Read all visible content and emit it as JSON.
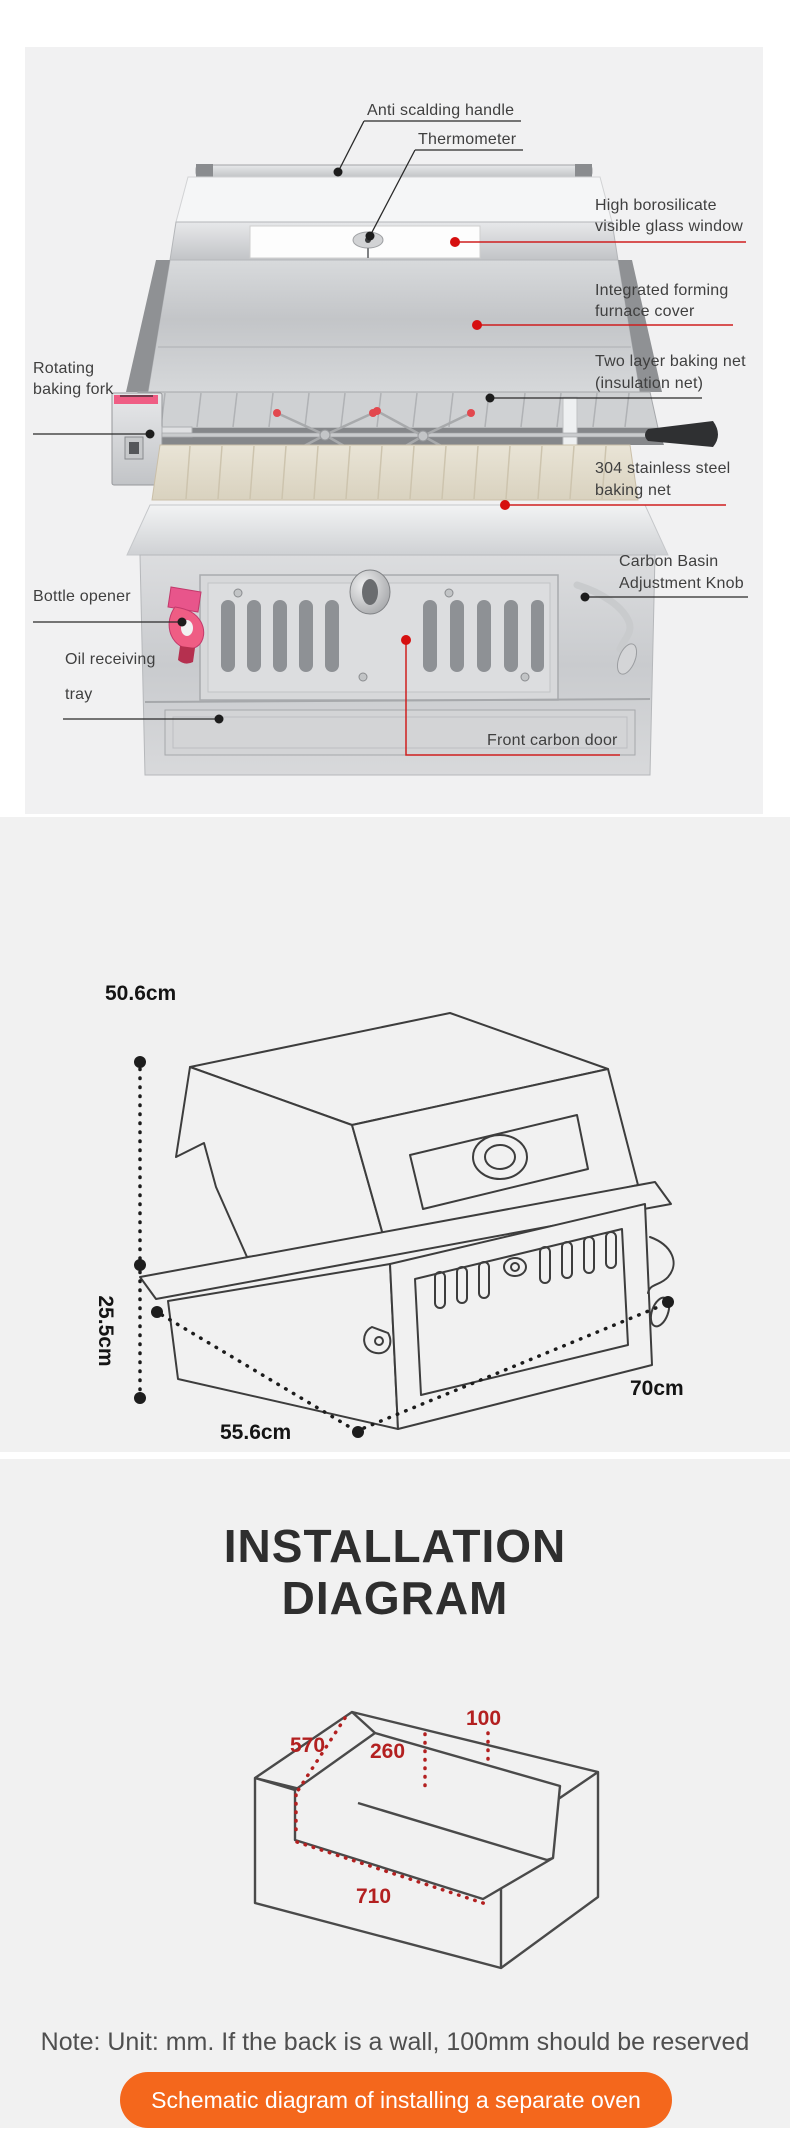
{
  "photo_annotations": {
    "anti_scalding_handle": "Anti scalding handle",
    "thermometer": "Thermometer",
    "glass_window_line1": "High borosilicate",
    "glass_window_line2": "visible glass window",
    "furnace_cover_line1": "Integrated forming",
    "furnace_cover_line2": "furnace cover",
    "two_layer_net_line1": "Two layer baking net",
    "two_layer_net_line2": "(insulation net)",
    "rotating_fork_line1": "Rotating",
    "rotating_fork_line2": "baking fork",
    "baking_net_304_line1": "304 stainless steel",
    "baking_net_304_line2": "baking net",
    "carbon_basin_line1": "Carbon Basin",
    "carbon_basin_line2": "Adjustment Knob",
    "bottle_opener": "Bottle opener",
    "oil_tray_line1": "Oil receiving",
    "oil_tray_line2": "tray",
    "front_carbon_door": "Front carbon door"
  },
  "product_dimensions": {
    "total_height": "50.6cm",
    "inset_depth": "25.5cm",
    "depth": "55.6cm",
    "width": "70cm"
  },
  "installation": {
    "title_line1": "INSTALLATION",
    "title_line2": "DIAGRAM",
    "dims": {
      "back_gap": "100",
      "depth": "570",
      "cavity_height": "260",
      "cavity_width": "710"
    },
    "note": "Note: Unit: mm. If the back is a wall, 100mm should be reserved",
    "button_label": "Schematic diagram of installing a separate oven"
  },
  "colors": {
    "leader_red": "#cf1f1f",
    "dimension_red": "#b32020",
    "button_orange": "#f4671c",
    "section_bg": "#f1f1f1"
  }
}
